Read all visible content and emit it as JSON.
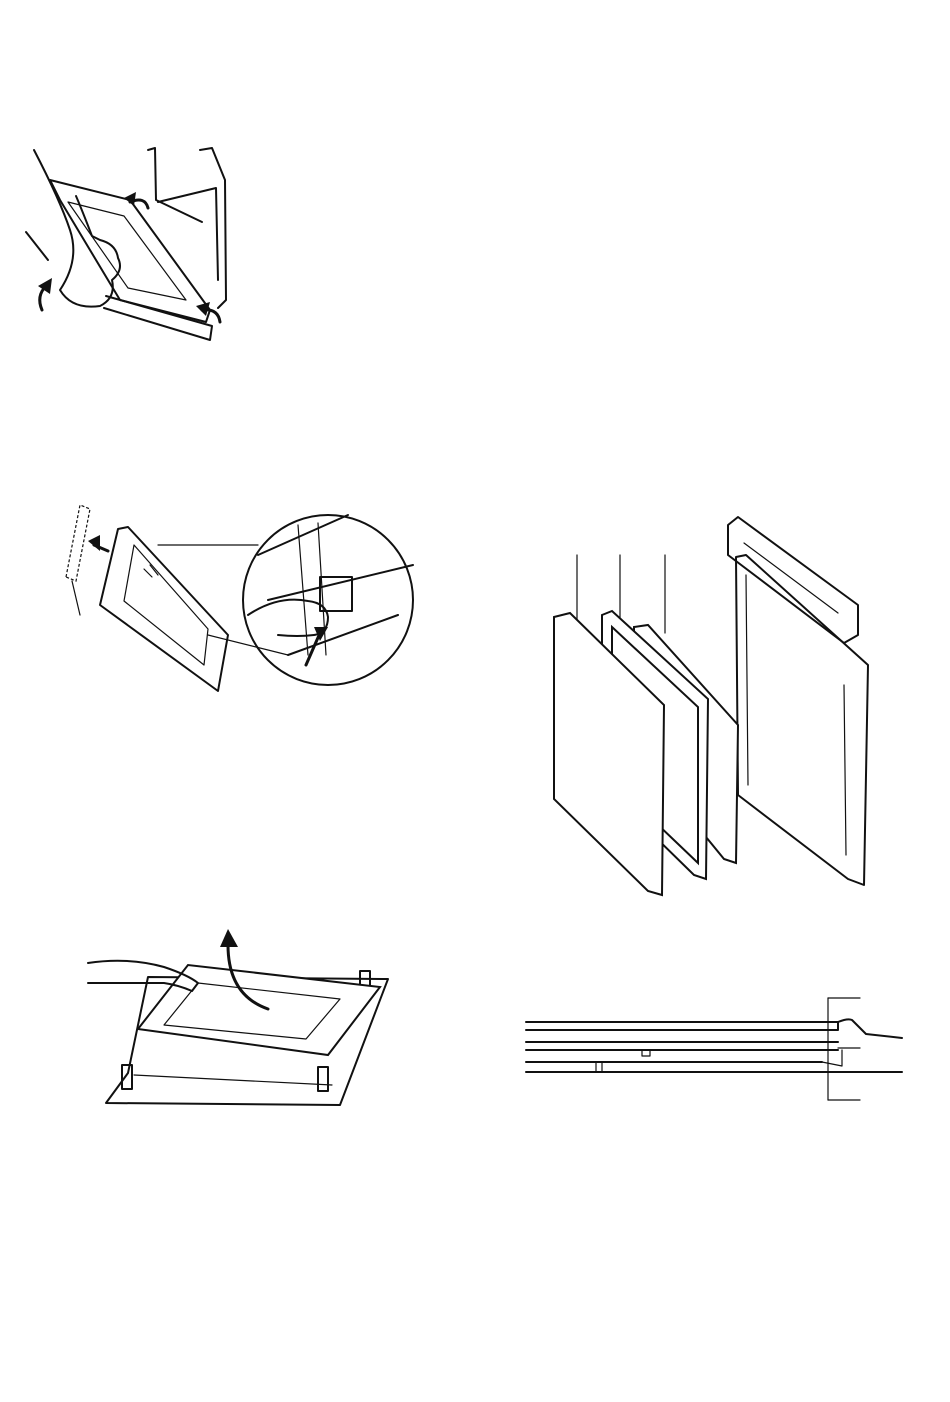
{
  "figures": [
    {
      "id": "door-hinge-removal",
      "icons": [
        "hand-icon",
        "rotate-arrow-icon",
        "lift-arrow-icon"
      ]
    },
    {
      "id": "door-trim-release",
      "icons": [
        "hand-icon",
        "push-arrow-icon",
        "magnifier-detail-icon"
      ]
    },
    {
      "id": "door-glass-exploded-view",
      "icons": [
        "glass-pane-icon",
        "gasket-frame-icon",
        "door-trim-icon"
      ]
    },
    {
      "id": "inner-glass-lift-out",
      "icons": [
        "hand-icon",
        "lift-arrow-icon"
      ]
    },
    {
      "id": "glass-stack-cross-section",
      "icons": [
        "leader-line-icon"
      ]
    }
  ],
  "colors": {
    "line": "#111111",
    "background": "#ffffff"
  }
}
